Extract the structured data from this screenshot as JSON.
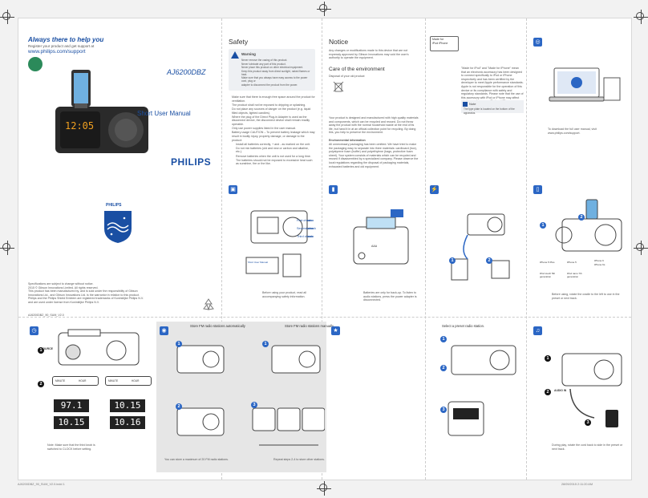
{
  "help": {
    "title": "Always there to help you",
    "subtitle": "Register your product and get support at",
    "url": "www.philips.com/support"
  },
  "model": "AJ6200DBZ",
  "manual_title": "Short User Manual",
  "brand": "PHILIPS",
  "shield_text": "PHILIPS",
  "legal": {
    "lines": [
      "Specifications are subject to change without notice.",
      "2015 © Gibson Innovations Limited. All rights reserved.",
      "This product has been manufactured by, and is sold under the responsibility of Gibson",
      "Innovations Ltd., and Gibson Innovations Ltd. is the warrantor in relation to this product.",
      "Philips and the Philips Shield Emblem are registered trademarks of Koninklijke Philips N.V.",
      "and are used under license from Koninklijke Philips N.V."
    ],
    "code": "AJ6200DBZ_90_SUM_V2.0"
  },
  "safety": {
    "heading": "Safety",
    "warning_label": "Warning",
    "warning_items": [
      "Never remove the casing of this product.",
      "Never lubricate any part of this product.",
      "Never place this product on other electrical equipment.",
      "Keep this product away from direct sunlight, naked flames or heat.",
      "Make sure that you always have easy access to the power cord, plug or",
      "adapter to disconnect the product from the power."
    ],
    "items": [
      "Make sure that there is enough free space around the product for ventilation.",
      "The product shall not be exposed to dripping or splashing.",
      "Do not place any sources of danger on the product (e.g. liquid filled objects, lighted candles).",
      "Where the plug of the Direct Plug-in Adapter is used as the disconnect device, the disconnect device shall remain readily operable.",
      "Only use power supplies listed in the user manual.",
      "Battery usage CAUTION – To prevent battery leakage which may result in bodily injury, property damage, or damage to the product:",
      "Install all batteries correctly, + and - as marked on the unit.",
      "Do not mix batteries (old and new or carbon and alkaline, etc.).",
      "Remove batteries when the unit is not used for a long time.",
      "The batteries should not be exposed to excessive heat such as sunshine, fire or the like."
    ]
  },
  "notice": {
    "heading": "Notice",
    "intro": "Any changes or modifications made to this device that are not expressly approved by Gibson Innovations may void the user's authority to operate the equipment.",
    "env_heading": "Care of the environment",
    "disposal_label": "Disposal of your old product",
    "disposal_text": "Your product is designed and manufactured with high quality materials and components, which can be recycled and reused. Do not throw away the product with the normal household waste at the end of its life, but hand it in at an official collection point for recycling. By doing this, you help to preserve the environment.",
    "envinfo_label": "Environmental information",
    "envinfo_text": "All unnecessary packaging has been omitted. We have tried to make the packaging easy to separate into three materials: cardboard (box), polystyrene foam (buffer) and polyethylene (bags, protective foam sheet). Your system consists of materials which can be recycled and reused if disassembled by a specialized company. Please observe the local regulations regarding the disposal of packaging materials, exhausted batteries and old equipment."
  },
  "mfi": {
    "badge_top": "Made for",
    "badge_pod": "iPod",
    "badge_phone": "iPhone",
    "text": "\"Made for iPod\" and \"Made for iPhone\" mean that an electronic accessory has been designed to connect specifically to iPod or iPhone respectively and has been certified by the developer to meet Apple performance standards. Apple is not responsible for the operation of this device or its compliance with safety and regulatory standards. Please note that the use of this accessory with iPod or iPhone may affect wireless performance. iPod and iPhone are trademarks of Apple Inc., registered in the U.S. and other countries.",
    "note_label": "Note",
    "note_text": "The type plate is located on the bottom of the apparatus."
  },
  "download": {
    "text": "To download the full user manual, visit",
    "url": "www.philips.com/support."
  },
  "box": {
    "labels": [
      "First check",
      "Second check",
      "Third check"
    ],
    "note_card": "Short User Manual",
    "caption": "Before using your product, read all accompanying safety information."
  },
  "batteries": {
    "caption": "Batteries are only for back-up. To listen to audio stations, press the power adapter is disconnected.",
    "cell": "AAA"
  },
  "dock": {
    "models": [
      "iPhone 5 Plus",
      "iPhone 5",
      "iPhone 6",
      "iPhone 6s",
      "iPod touch 5th generation",
      "iPod nano 7th generation"
    ],
    "caption": "Before using, rotate the cradle to the left to use in the preset or next track."
  },
  "clock": {
    "source": "SOURCE",
    "minute": "MINUTE",
    "hour": "HOUR",
    "time_a": "97.1",
    "time_b": "10.15",
    "time_c": "10.15",
    "time_d": "10.16",
    "note": "Note: Make sure that the third knob is switched to CLOCK before setting."
  },
  "fm_auto": {
    "title": "Store FM radio stations automatically",
    "caption": "You can store a maximum of 20 FM radio stations."
  },
  "fm_manual": {
    "title": "Store FM radio stations manually",
    "caption": "Repeat steps 2-4 to store other stations."
  },
  "preset": {
    "title": "Select a preset radio station."
  },
  "audio_in": {
    "label": "AUDIO IN",
    "caption": "During play, rotate the cord back to side in the preset or next track."
  },
  "footer": {
    "left": "AJ6200DBZ_90_SUM_V2.0.indd   1",
    "right": "28/09/2015   2:11:20 AM"
  },
  "colors": {
    "accent": "#1a4fa3",
    "icon_blue": "#2b66c4",
    "band": "#e6e6e6"
  }
}
